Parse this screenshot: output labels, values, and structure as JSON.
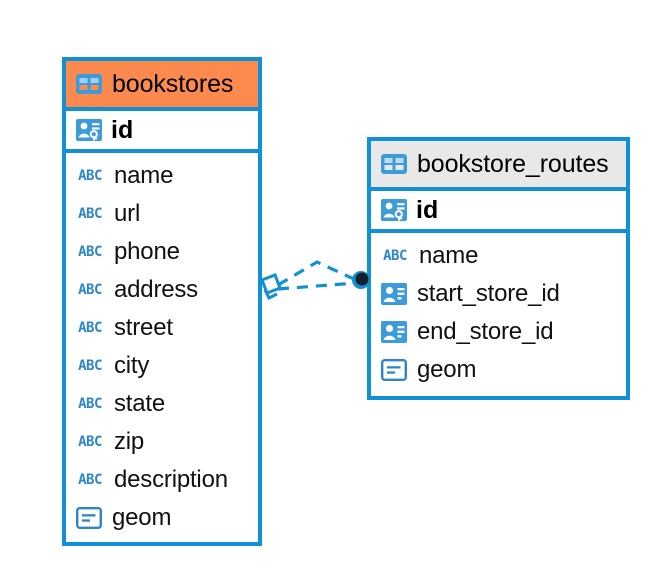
{
  "diagram": {
    "type": "entity-relationship-diagram",
    "background": "#FFFFFF",
    "accent_color": "#1190D4",
    "highlight_color": "#FC8A4E",
    "neutral_header_color": "#E8E8E8"
  },
  "entities": [
    {
      "name": "bookstores",
      "header_style": "orange",
      "primary_key": {
        "label": "id",
        "icon": "primary-key-icon"
      },
      "fields": [
        {
          "label": "name",
          "icon": "abc-text-icon"
        },
        {
          "label": "url",
          "icon": "abc-text-icon"
        },
        {
          "label": "phone",
          "icon": "abc-text-icon"
        },
        {
          "label": "address",
          "icon": "abc-text-icon"
        },
        {
          "label": "street",
          "icon": "abc-text-icon"
        },
        {
          "label": "city",
          "icon": "abc-text-icon"
        },
        {
          "label": "state",
          "icon": "abc-text-icon"
        },
        {
          "label": "zip",
          "icon": "abc-text-icon"
        },
        {
          "label": "description",
          "icon": "abc-text-icon"
        },
        {
          "label": "geom",
          "icon": "geometry-blob-icon"
        }
      ]
    },
    {
      "name": "bookstore_routes",
      "header_style": "gray",
      "primary_key": {
        "label": "id",
        "icon": "primary-key-icon"
      },
      "fields": [
        {
          "label": "name",
          "icon": "abc-text-icon"
        },
        {
          "label": "start_store_id",
          "icon": "foreign-key-icon"
        },
        {
          "label": "end_store_id",
          "icon": "foreign-key-icon"
        },
        {
          "label": "geom",
          "icon": "geometry-blob-icon"
        }
      ]
    }
  ],
  "relationship": {
    "from_entity": "bookstores",
    "to_entity": "bookstore_routes",
    "from_marker": "diamond-marker",
    "to_marker": "filled-circle-marker",
    "line_style": "dashed",
    "line_color": "#1190D4",
    "link_count": 2
  },
  "icon_text": {
    "abc": "ABC"
  }
}
